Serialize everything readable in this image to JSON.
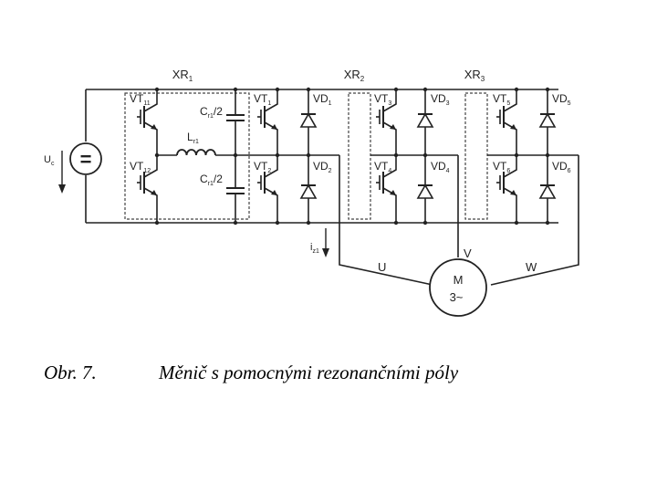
{
  "labels": {
    "xr1": {
      "main": "XR",
      "sub": "1"
    },
    "xr2": {
      "main": "XR",
      "sub": "2"
    },
    "xr3": {
      "main": "XR",
      "sub": "3"
    },
    "vt11": {
      "main": "VT",
      "sub": "11"
    },
    "vt12": {
      "main": "VT",
      "sub": "12"
    },
    "cr1_top": {
      "main": "C",
      "sub": "r1",
      "tail": "/2"
    },
    "cr1_bottom": {
      "main": "C",
      "sub": "r1",
      "tail": "/2"
    },
    "lr1": {
      "main": "L",
      "sub": "r1"
    },
    "vt1": {
      "main": "VT",
      "sub": "1"
    },
    "vt2": {
      "main": "VT",
      "sub": "2"
    },
    "vt3": {
      "main": "VT",
      "sub": "3"
    },
    "vt4": {
      "main": "VT",
      "sub": "4"
    },
    "vt5": {
      "main": "VT",
      "sub": "5"
    },
    "vt6": {
      "main": "VT",
      "sub": "6"
    },
    "vd1": {
      "main": "VD",
      "sub": "1"
    },
    "vd2": {
      "main": "VD",
      "sub": "2"
    },
    "vd3": {
      "main": "VD",
      "sub": "3"
    },
    "vd4": {
      "main": "VD",
      "sub": "4"
    },
    "vd5": {
      "main": "VD",
      "sub": "5"
    },
    "vd6": {
      "main": "VD",
      "sub": "6"
    },
    "uc": {
      "main": "U",
      "sub": "c"
    },
    "iz1": {
      "main": "i",
      "sub": "z1"
    },
    "source_symbol": "=",
    "phase_u": "U",
    "phase_v": "V",
    "phase_w": "W",
    "motor_m": "M",
    "motor_phases": "3~"
  },
  "caption": {
    "number": "Obr. 7.",
    "title": "Měnič s pomocnými rezonančními póly"
  }
}
